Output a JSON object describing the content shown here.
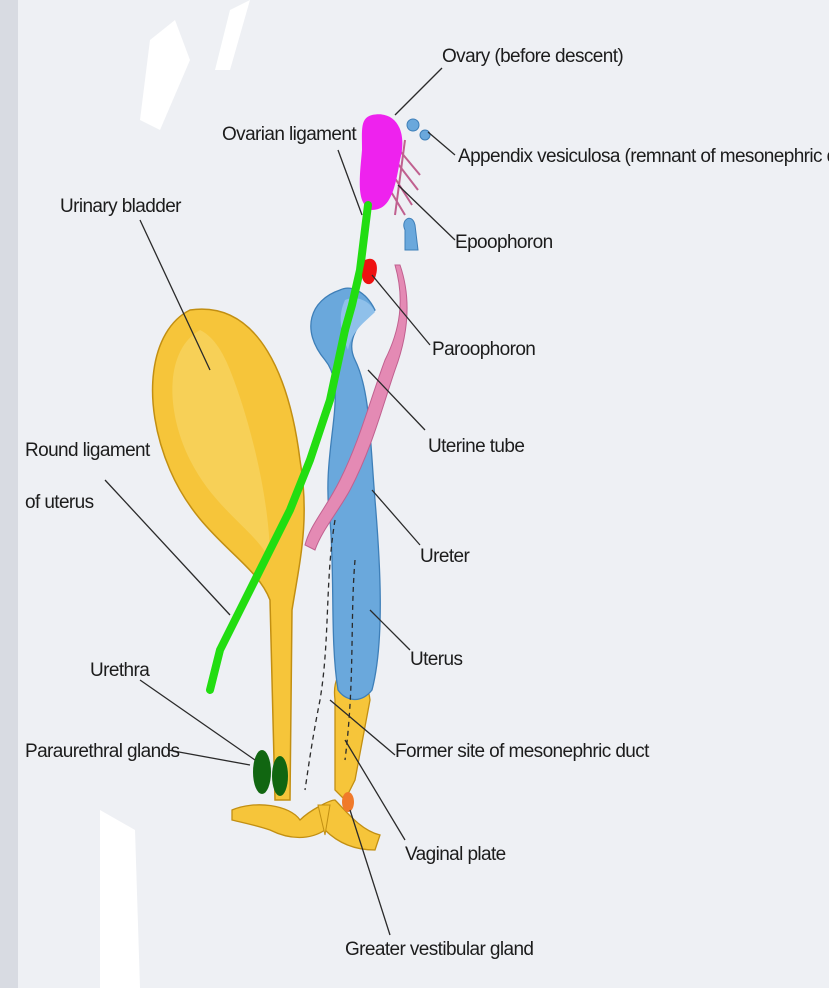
{
  "labels": {
    "ovary": "Ovary (before descent)",
    "appendix": "Appendix vesiculosa (remnant of mesonephric duct)",
    "ovarian_ligament": "Ovarian ligament",
    "urinary_bladder": "Urinary bladder",
    "epoophoron": "Epoophoron",
    "paroophoron": "Paroophoron",
    "round_ligament_1": "Round ligament",
    "round_ligament_2": "of uterus",
    "uterine_tube": "Uterine tube",
    "ureter": "Ureter",
    "uterus": "Uterus",
    "urethra": "Urethra",
    "former_site": "Former site of mesonephric duct",
    "paraurethral": "Paraurethral glands",
    "vaginal_plate": "Vaginal plate",
    "greater_vestibular": "Greater vestibular gland"
  },
  "colors": {
    "background": "#eef0f4",
    "bladder": "#f6c53a",
    "bladder_shade": "#d9a21c",
    "ureter_blue": "#6aa8dc",
    "uterine_tube_pink": "#e48ab4",
    "ovary_magenta": "#ee22ee",
    "ligament_green": "#22dd11",
    "paroophoron_red": "#ee1111",
    "gland_dark_green": "#116611",
    "vestibular_orange": "#f07a2a"
  }
}
